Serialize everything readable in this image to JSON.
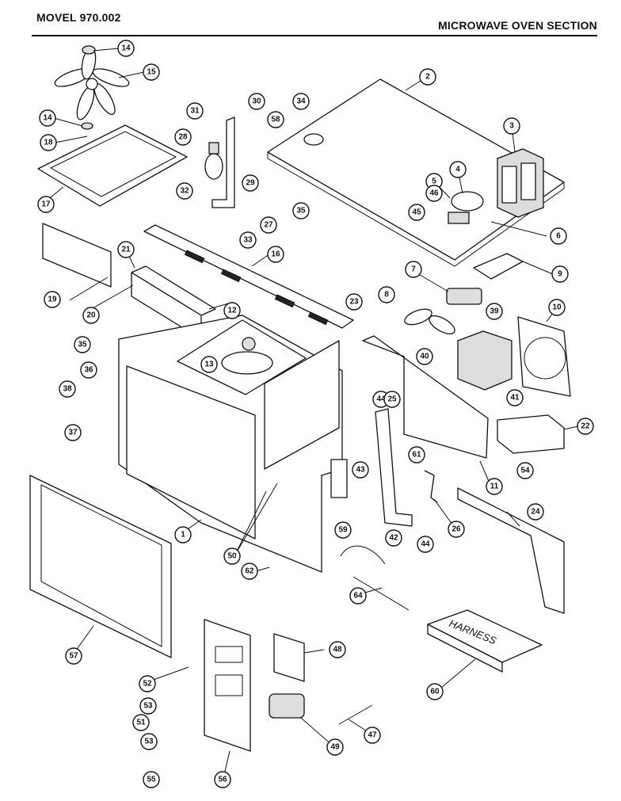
{
  "header": {
    "model": "MOVEL 970.002",
    "section": "MICROWAVE OVEN SECTION"
  },
  "harness_text": "HARNESS",
  "callouts": [
    "14",
    "15",
    "14",
    "18",
    "17",
    "31",
    "30",
    "58",
    "34",
    "2",
    "3",
    "28",
    "29",
    "4",
    "5",
    "46",
    "45",
    "6",
    "32",
    "27",
    "35",
    "33",
    "19",
    "21",
    "16",
    "7",
    "9",
    "20",
    "8",
    "39",
    "23",
    "10",
    "12",
    "35",
    "13",
    "36",
    "40",
    "41",
    "38",
    "44",
    "25",
    "22",
    "37",
    "43",
    "61",
    "54",
    "11",
    "59",
    "24",
    "1",
    "26",
    "42",
    "44",
    "50",
    "62",
    "64",
    "57",
    "48",
    "60",
    "52",
    "53",
    "51",
    "53",
    "49",
    "47",
    "55",
    "56"
  ]
}
